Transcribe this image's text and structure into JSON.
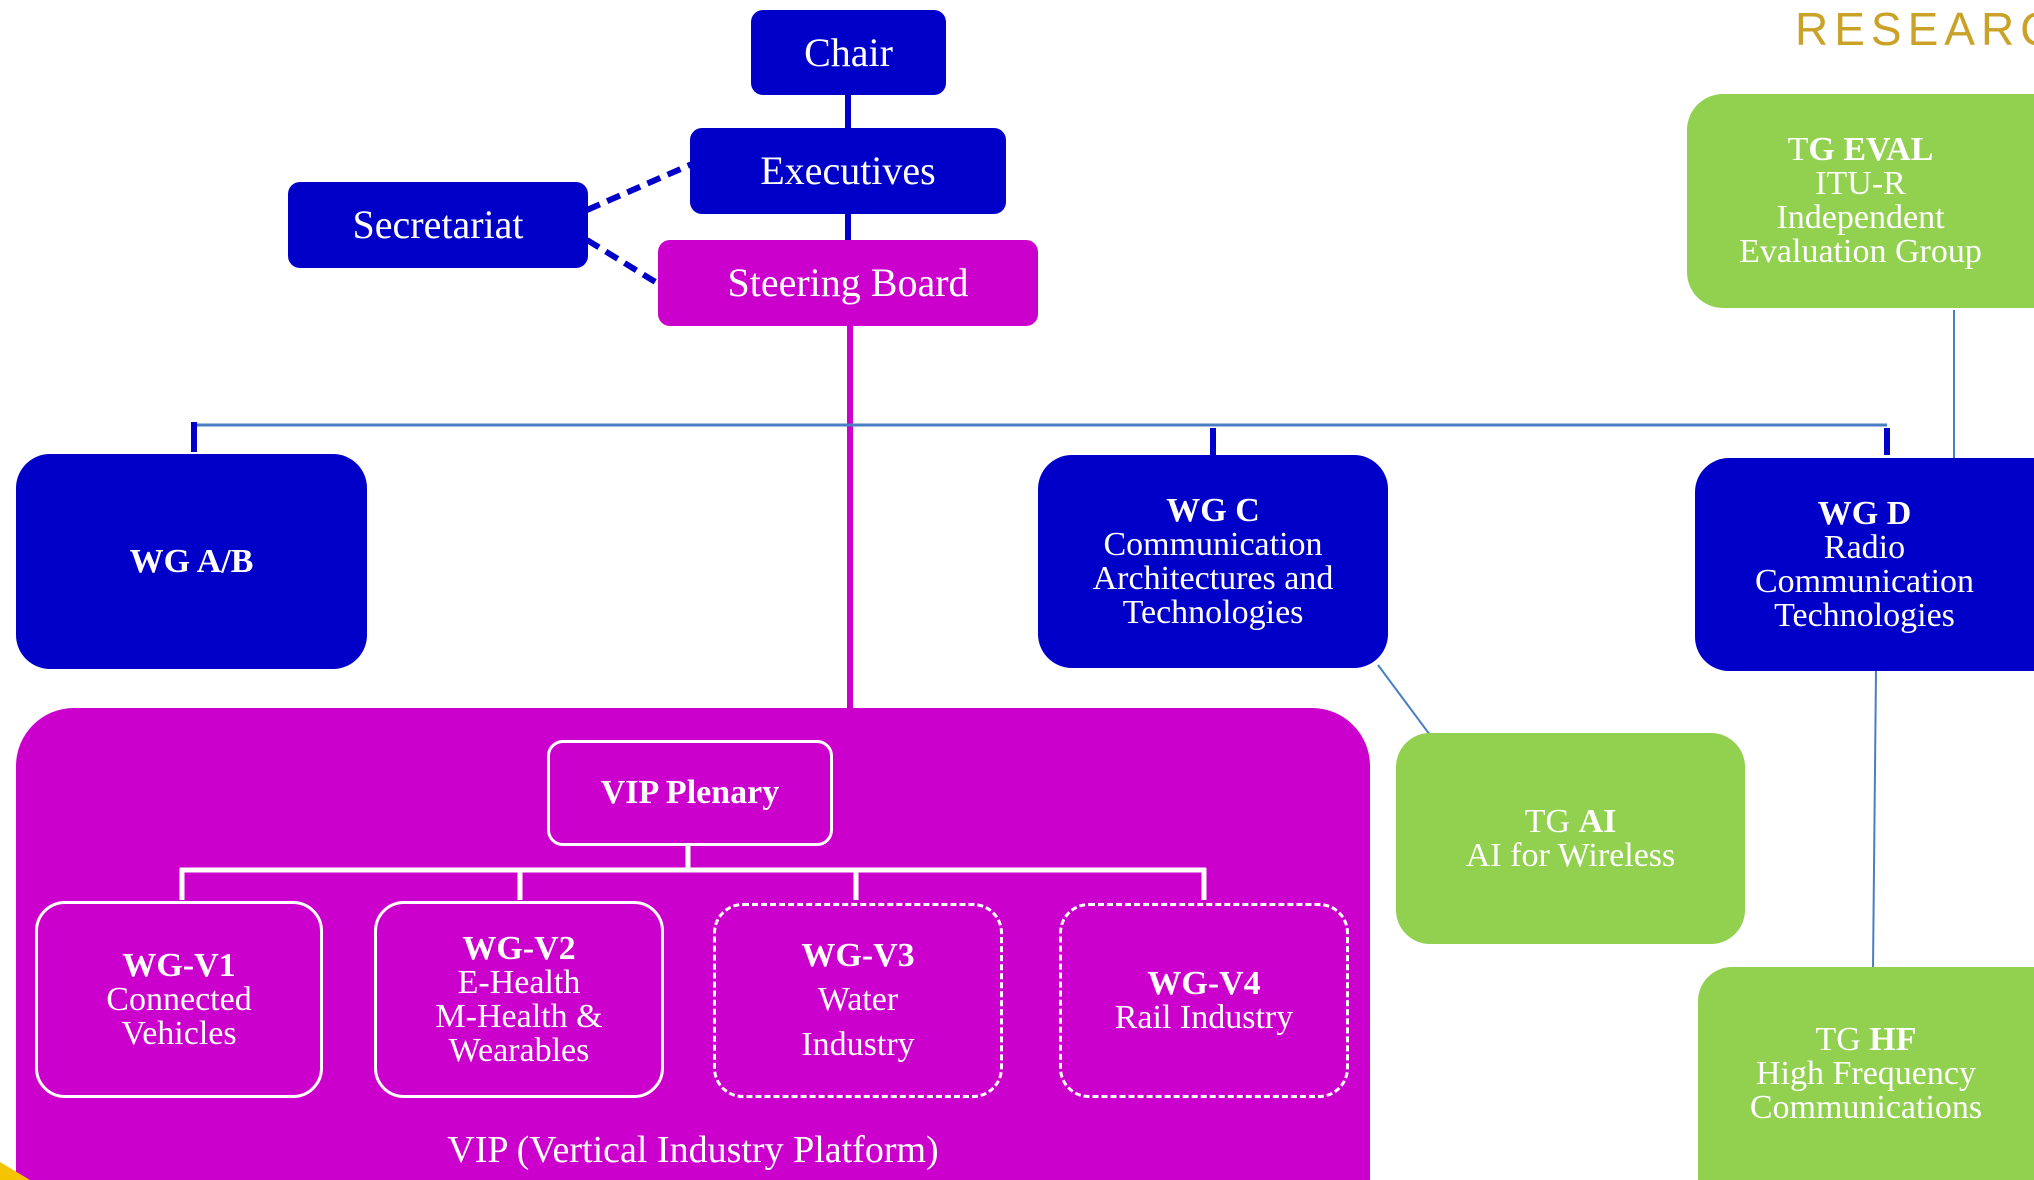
{
  "header": {
    "brand_fragment": "RESEARC"
  },
  "colors": {
    "navy": "#0000c8",
    "magenta": "#cc00cc",
    "green": "#92d050",
    "connector": "#4a7ec2",
    "accent_yellow": "#f5c400"
  },
  "nodes": {
    "chair": "Chair",
    "executives": "Executives",
    "secretariat": "Secretariat",
    "steering_board": "Steering Board",
    "wg_ab": "WG A/B",
    "wg_c": {
      "title": "WG C",
      "lines": [
        "Communication",
        "Architectures and",
        "Technologies"
      ]
    },
    "wg_d": {
      "title": "WG D",
      "lines": [
        "Radio",
        "Communication",
        "Technologies"
      ]
    },
    "tg_eval": {
      "prefix": "T",
      "title": "G EVAL",
      "lines": [
        "ITU-R",
        "Independent",
        "Evaluation Group"
      ]
    },
    "tg_ai": {
      "prefix": "TG ",
      "title": "AI",
      "lines": [
        "AI for Wireless"
      ]
    },
    "tg_hf": {
      "prefix": "TG ",
      "title": "HF",
      "lines": [
        "High Frequency",
        "Communications"
      ]
    },
    "vip": {
      "label": "VIP (Vertical Industry Platform)",
      "plenary": "VIP Plenary",
      "groups": [
        {
          "title": "WG-V1",
          "lines": [
            "Connected",
            "Vehicles"
          ]
        },
        {
          "title": "WG-V2",
          "lines": [
            "E-Health",
            "M-Health &",
            "Wearables"
          ]
        },
        {
          "title": "WG-V3",
          "lines": [
            "Water",
            "Industry"
          ]
        },
        {
          "title": "WG-V4",
          "lines": [
            "Rail Industry"
          ]
        }
      ]
    }
  }
}
